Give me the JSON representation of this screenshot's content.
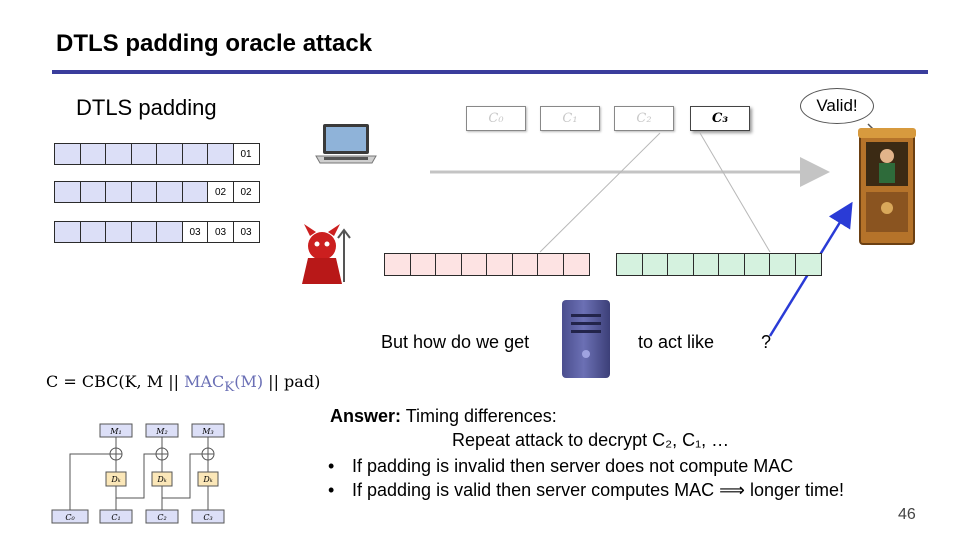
{
  "title": "DTLS padding oracle attack",
  "subtitle": "DTLS padding",
  "padding_rows": [
    {
      "cells": [
        "",
        "",
        "",
        "",
        "",
        "",
        "",
        "01"
      ]
    },
    {
      "cells": [
        "",
        "",
        "",
        "",
        "",
        "",
        "02",
        "02"
      ]
    },
    {
      "cells": [
        "",
        "",
        "",
        "",
        "",
        "03",
        "03",
        "03"
      ]
    }
  ],
  "cipher_blocks": [
    "C₀",
    "C₁",
    "C₂",
    "C₃"
  ],
  "bubble": "Valid!",
  "question": {
    "part1": "But how do we get",
    "part2": "to act like",
    "part3": "?"
  },
  "formula": {
    "prefix": "C = CBC(K, M || ",
    "mac": "MAC",
    "mac_sub": "K",
    "mac_arg": "(M)",
    "suffix": " || pad)"
  },
  "cbc_diagram": {
    "plaintexts": [
      "M₁",
      "M₂",
      "M₃"
    ],
    "decrypt": [
      "Dₖ",
      "Dₖ",
      "Dₖ"
    ],
    "ciphertexts": [
      "C₀",
      "C₁",
      "C₂",
      "C₃"
    ]
  },
  "answer": {
    "label": "Answer:",
    "line1": " Timing differences:",
    "line2": "Repeat attack to decrypt C₂, C₁, …",
    "bullets": [
      "If padding is invalid then server does not compute MAC",
      "If padding is valid then server computes MAC ⟹ longer time!"
    ]
  },
  "page_number": "46",
  "colors": {
    "rule": "#3a3d9c",
    "pad_blue": "#dcdff7",
    "pink": "#fde3e3",
    "green": "#d5f2df",
    "arrow_blue": "#2a3bd6"
  }
}
